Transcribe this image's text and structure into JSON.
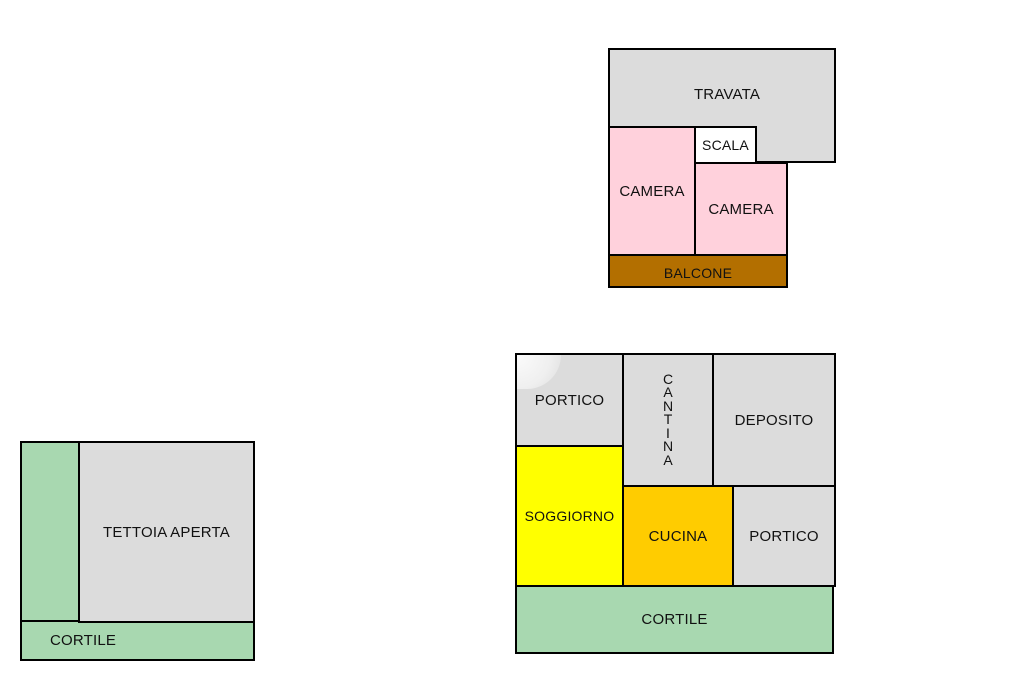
{
  "colors": {
    "grey": "#dcdcdc",
    "pink": "#ffd1dc",
    "brown": "#b36f00",
    "white": "#ffffff",
    "yellow": "#ffff00",
    "orange": "#ffcc00",
    "green": "#a8d8b0",
    "border": "#000000"
  },
  "upper_floor": {
    "travata": "TRAVATA",
    "scala": "SCALA",
    "camera_left": "CAMERA",
    "camera_right": "CAMERA",
    "balcone": "BALCONE"
  },
  "ground_floor": {
    "portico_top": "PORTICO",
    "cantina": "CANTINA",
    "deposito": "DEPOSITO",
    "soggiorno": "SOGGIORNO",
    "cucina": "CUCINA",
    "portico_right": "PORTICO",
    "cortile": "CORTILE"
  },
  "annex": {
    "tettoia": "TETTOIA APERTA",
    "cortile": "CORTILE"
  }
}
